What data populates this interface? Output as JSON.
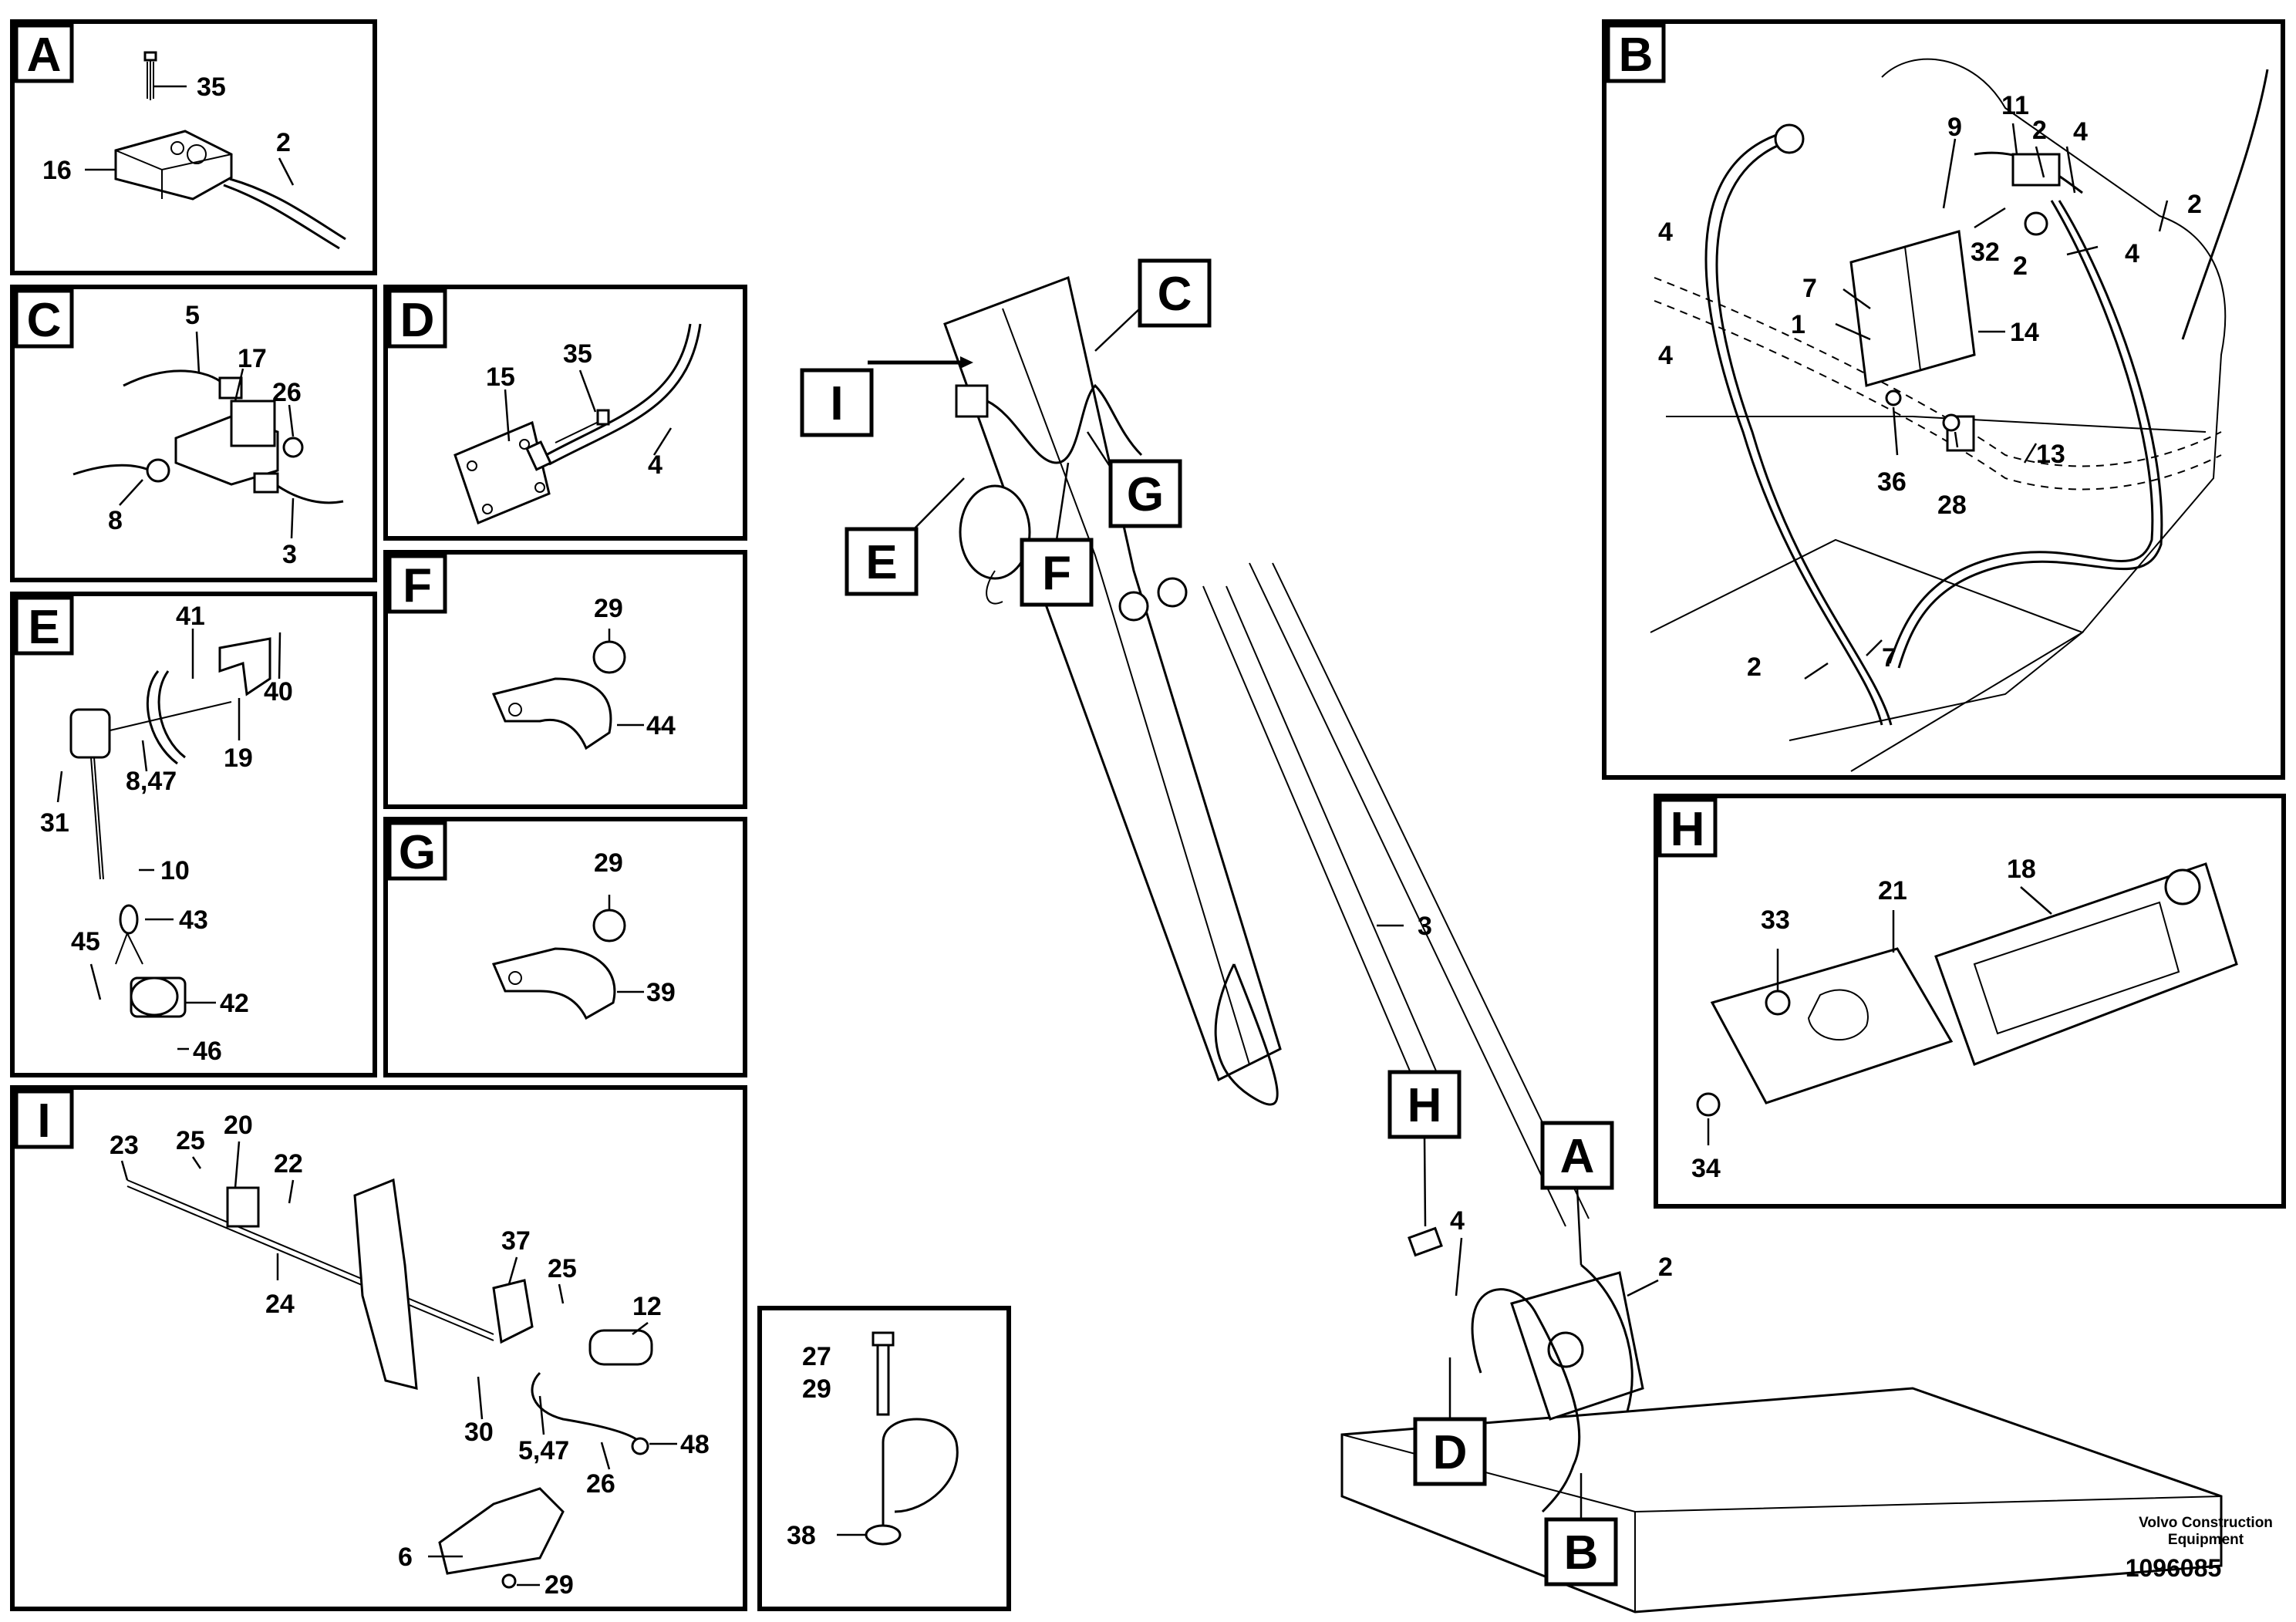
{
  "panels": {
    "A": {
      "letter": "A",
      "callouts": [
        "35",
        "2",
        "16"
      ]
    },
    "B": {
      "letter": "B",
      "callouts": [
        "11",
        "9",
        "2",
        "4",
        "2",
        "4",
        "32",
        "2",
        "4",
        "7",
        "1",
        "14",
        "4",
        "13",
        "36",
        "28",
        "2",
        "7"
      ]
    },
    "C": {
      "letter": "C",
      "callouts": [
        "5",
        "17",
        "26",
        "8",
        "3"
      ]
    },
    "D": {
      "letter": "D",
      "callouts": [
        "15",
        "35",
        "4"
      ]
    },
    "E": {
      "letter": "E",
      "callouts": [
        "41",
        "40",
        "19",
        "8,47",
        "31",
        "10",
        "43",
        "45",
        "42",
        "46"
      ]
    },
    "F": {
      "letter": "F",
      "callouts": [
        "29",
        "44"
      ]
    },
    "G": {
      "letter": "G",
      "callouts": [
        "29",
        "39"
      ]
    },
    "H": {
      "letter": "H",
      "callouts": [
        "18",
        "21",
        "33",
        "34"
      ]
    },
    "I": {
      "letter": "I",
      "callouts": [
        "23",
        "25",
        "20",
        "22",
        "24",
        "37",
        "25",
        "12",
        "30",
        "5,47",
        "26",
        "48",
        "6",
        "29"
      ]
    },
    "J": {
      "callouts": [
        "27",
        "29",
        "38"
      ]
    }
  },
  "main": {
    "markers": [
      "C",
      "I",
      "G",
      "E",
      "F",
      "H",
      "A",
      "D",
      "B"
    ],
    "callouts": [
      "3",
      "4",
      "2"
    ]
  },
  "footer": {
    "company_line1": "Volvo Construction",
    "company_line2": "Equipment",
    "drawing_number": "1096085"
  }
}
